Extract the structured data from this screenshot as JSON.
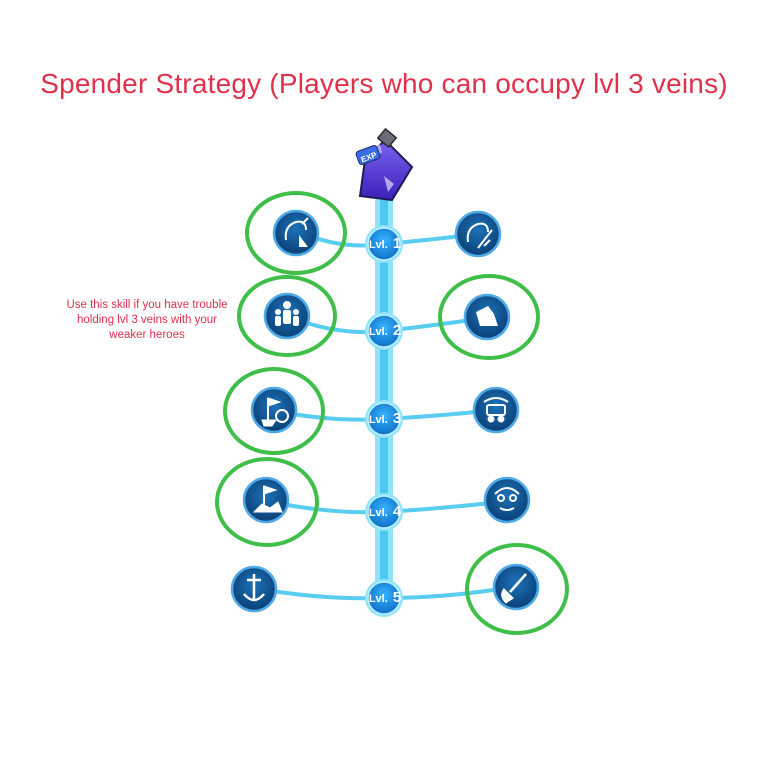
{
  "title": "Spender Strategy (Players who can occupy lvl 3 veins)",
  "note": "Use this skill if you have trouble holding lvl 3 veins with your weaker heroes",
  "exp_potion": {
    "label": "EXP",
    "icon": "exp-potion-icon"
  },
  "levels": [
    {
      "prefix": "Lvl.",
      "number": "1",
      "left": {
        "icon": "skill-icon-fist-up",
        "selected": true
      },
      "right": {
        "icon": "skill-icon-fist-sword",
        "selected": false
      }
    },
    {
      "prefix": "Lvl.",
      "number": "2",
      "left": {
        "icon": "skill-icon-crowd",
        "selected": true
      },
      "right": {
        "icon": "skill-icon-boot",
        "selected": true
      }
    },
    {
      "prefix": "Lvl.",
      "number": "3",
      "left": {
        "icon": "skill-icon-flag-shield",
        "selected": true
      },
      "right": {
        "icon": "skill-icon-mine-cart",
        "selected": false
      }
    },
    {
      "prefix": "Lvl.",
      "number": "4",
      "left": {
        "icon": "skill-icon-flag-rocks",
        "selected": true
      },
      "right": {
        "icon": "skill-icon-miner-face",
        "selected": false
      }
    },
    {
      "prefix": "Lvl.",
      "number": "5",
      "left": {
        "icon": "skill-icon-sword-anchor",
        "selected": false
      },
      "right": {
        "icon": "skill-icon-shovel",
        "selected": true
      }
    }
  ],
  "colors": {
    "title": "#e0314c",
    "highlight_ring": "#3fbf4a",
    "trunk": "#5ad2f2",
    "node": "#1a8fe0",
    "skill_badge": "#0e4f8e"
  }
}
